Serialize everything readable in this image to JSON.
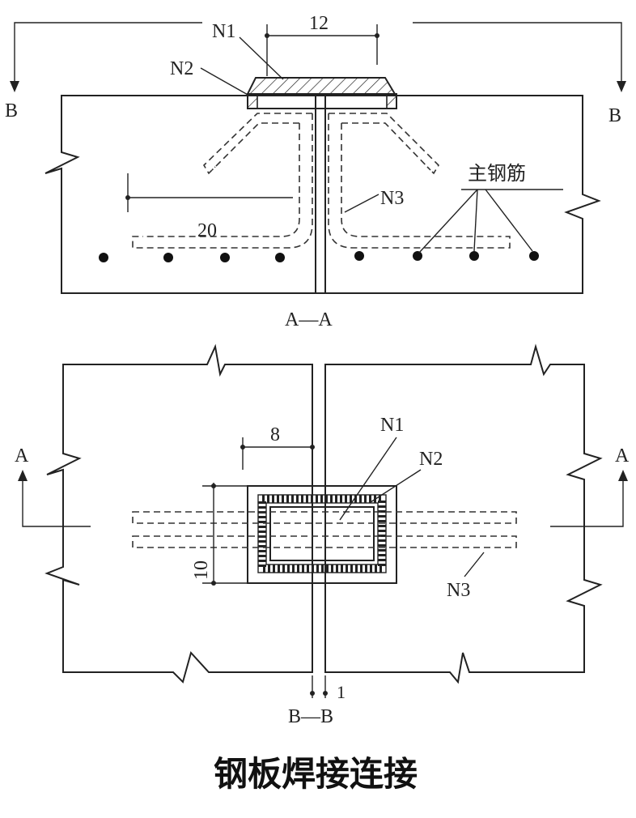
{
  "section_aa": {
    "cut_label_left": "B",
    "cut_label_right": "B",
    "dim_top": "12",
    "dim_bar": "20",
    "label_n1": "N1",
    "label_n2": "N2",
    "label_n3": "N3",
    "label_main_rebar": "主钢筋",
    "section_title": "A—A"
  },
  "section_bb": {
    "cut_label_left": "A",
    "cut_label_right": "A",
    "dim_top": "8",
    "dim_side": "10",
    "dim_gap": "1",
    "label_n1": "N1",
    "label_n2": "N2",
    "label_n3": "N3",
    "section_title": "B—B"
  },
  "caption": "钢板焊接连接"
}
